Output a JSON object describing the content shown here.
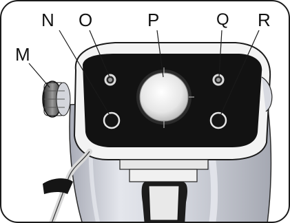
{
  "callouts": {
    "M": "M",
    "N": "N",
    "O": "O",
    "P": "P",
    "Q": "Q",
    "R": "R"
  },
  "colors": {
    "panel": "#121212",
    "body": "#c9ccd6",
    "bezel": "#f2f2f2",
    "line": "#1a1a1a"
  }
}
